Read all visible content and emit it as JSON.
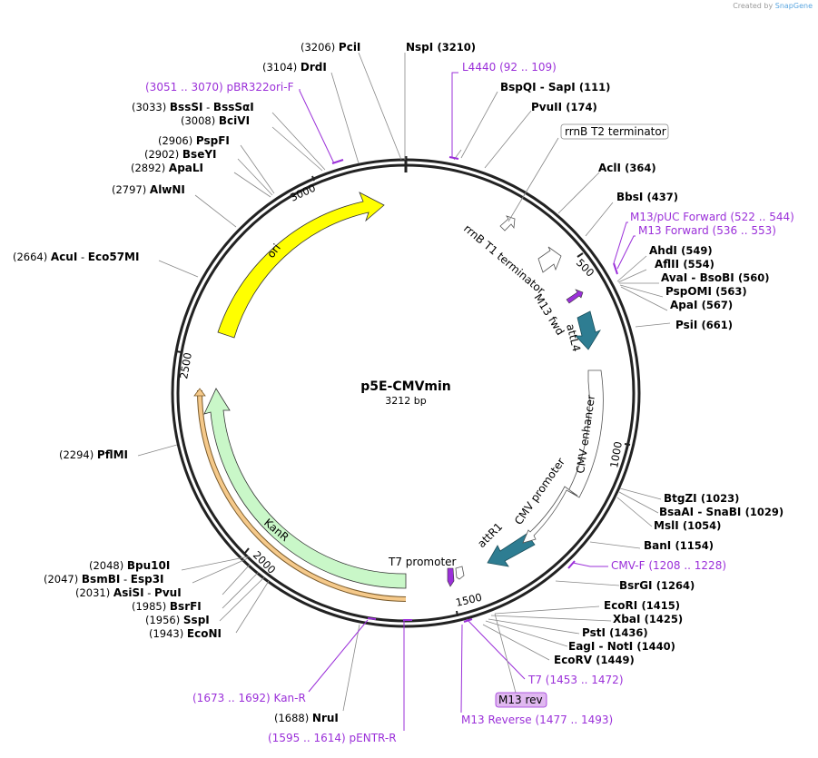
{
  "credit": {
    "prefix": "Created by",
    "brand": "SnapGene"
  },
  "map": {
    "name": "p5E-CMVmin",
    "length_label": "3212 bp",
    "total_bp": 3212
  },
  "ticks": [
    "500",
    "1000",
    "1500",
    "2000",
    "2500",
    "3000"
  ],
  "colors": {
    "ori": "#ffff00",
    "kanr": "#c9f7c8",
    "kanr_orf": "#f5c98a",
    "attL": "#2e7d92",
    "primer": "#9b30d9",
    "site": "#000000"
  },
  "features": [
    {
      "name": "ori",
      "label": "ori"
    },
    {
      "name": "KanR",
      "label": "KanR"
    },
    {
      "name": "attL4",
      "label": "attL4"
    },
    {
      "name": "attR1",
      "label": "attR1"
    },
    {
      "name": "CMV enhancer",
      "label": "CMV enhancer"
    },
    {
      "name": "CMV promoter",
      "label": "CMV promoter"
    },
    {
      "name": "T7 promoter",
      "label": "T7 promoter"
    },
    {
      "name": "M13 fwd",
      "label": "M13 fwd"
    },
    {
      "name": "rrnB T1 terminator",
      "label": "rrnB T1 terminator"
    },
    {
      "name": "rrnB T2 terminator",
      "label": "rrnB T2 terminator"
    },
    {
      "name": "M13 rev",
      "label": "M13 rev"
    }
  ],
  "sites": [
    {
      "pos": "(3206)",
      "name": "PciI"
    },
    {
      "pos": "(3210)",
      "name": "NspI"
    },
    {
      "pos": "(3104)",
      "name": "DrdI"
    },
    {
      "pos": "(3033)",
      "name": "BssSI",
      "name2": "BssSαI"
    },
    {
      "pos": "(3008)",
      "name": "BciVI"
    },
    {
      "pos": "(2906)",
      "name": "PspFI"
    },
    {
      "pos": "(2902)",
      "name": "BseYI"
    },
    {
      "pos": "(2892)",
      "name": "ApaLI"
    },
    {
      "pos": "(2797)",
      "name": "AlwNI"
    },
    {
      "pos": "(2664)",
      "name": "AcuI",
      "name2": "Eco57MI"
    },
    {
      "pos": "(2294)",
      "name": "PflMI"
    },
    {
      "pos": "(2048)",
      "name": "Bpu10I"
    },
    {
      "pos": "(2047)",
      "name": "BsmBI",
      "name2": "Esp3I"
    },
    {
      "pos": "(2031)",
      "name": "AsiSI",
      "name2": "PvuI"
    },
    {
      "pos": "(1985)",
      "name": "BsrFI"
    },
    {
      "pos": "(1956)",
      "name": "SspI"
    },
    {
      "pos": "(1943)",
      "name": "EcoNI"
    },
    {
      "pos": "(1688)",
      "name": "NruI"
    },
    {
      "pos": "(111)",
      "name": "BspQI",
      "name2": "SapI"
    },
    {
      "pos": "(174)",
      "name": "PvuII"
    },
    {
      "pos": "(364)",
      "name": "AclI"
    },
    {
      "pos": "(437)",
      "name": "BbsI"
    },
    {
      "pos": "(549)",
      "name": "AhdI"
    },
    {
      "pos": "(554)",
      "name": "AflII"
    },
    {
      "pos": "(560)",
      "name": "AvaI",
      "name2": "BsoBI"
    },
    {
      "pos": "(563)",
      "name": "PspOMI"
    },
    {
      "pos": "(567)",
      "name": "ApaI"
    },
    {
      "pos": "(661)",
      "name": "PsiI"
    },
    {
      "pos": "(1023)",
      "name": "BtgZI"
    },
    {
      "pos": "(1029)",
      "name": "BsaAI",
      "name2": "SnaBI"
    },
    {
      "pos": "(1054)",
      "name": "MslI"
    },
    {
      "pos": "(1154)",
      "name": "BanI"
    },
    {
      "pos": "(1264)",
      "name": "BsrGI"
    },
    {
      "pos": "(1415)",
      "name": "EcoRI"
    },
    {
      "pos": "(1425)",
      "name": "XbaI"
    },
    {
      "pos": "(1436)",
      "name": "PstI"
    },
    {
      "pos": "(1440)",
      "name": "EagI",
      "name2": "NotI"
    },
    {
      "pos": "(1449)",
      "name": "EcoRV"
    }
  ],
  "primers": [
    {
      "name": "pBR322ori-F",
      "range": "(3051 .. 3070)"
    },
    {
      "name": "L4440",
      "range": "(92 .. 109)"
    },
    {
      "name": "M13/pUC Forward",
      "range": "(522 .. 544)"
    },
    {
      "name": "M13 Forward",
      "range": "(536 .. 553)"
    },
    {
      "name": "CMV-F",
      "range": "(1208 .. 1228)"
    },
    {
      "name": "T7",
      "range": "(1453 .. 1472)"
    },
    {
      "name": "M13 Reverse",
      "range": "(1477 .. 1493)"
    },
    {
      "name": "Kan-R",
      "range": "(1673 .. 1692)"
    },
    {
      "name": "pENTR-R",
      "range": "(1595 .. 1614)"
    }
  ]
}
